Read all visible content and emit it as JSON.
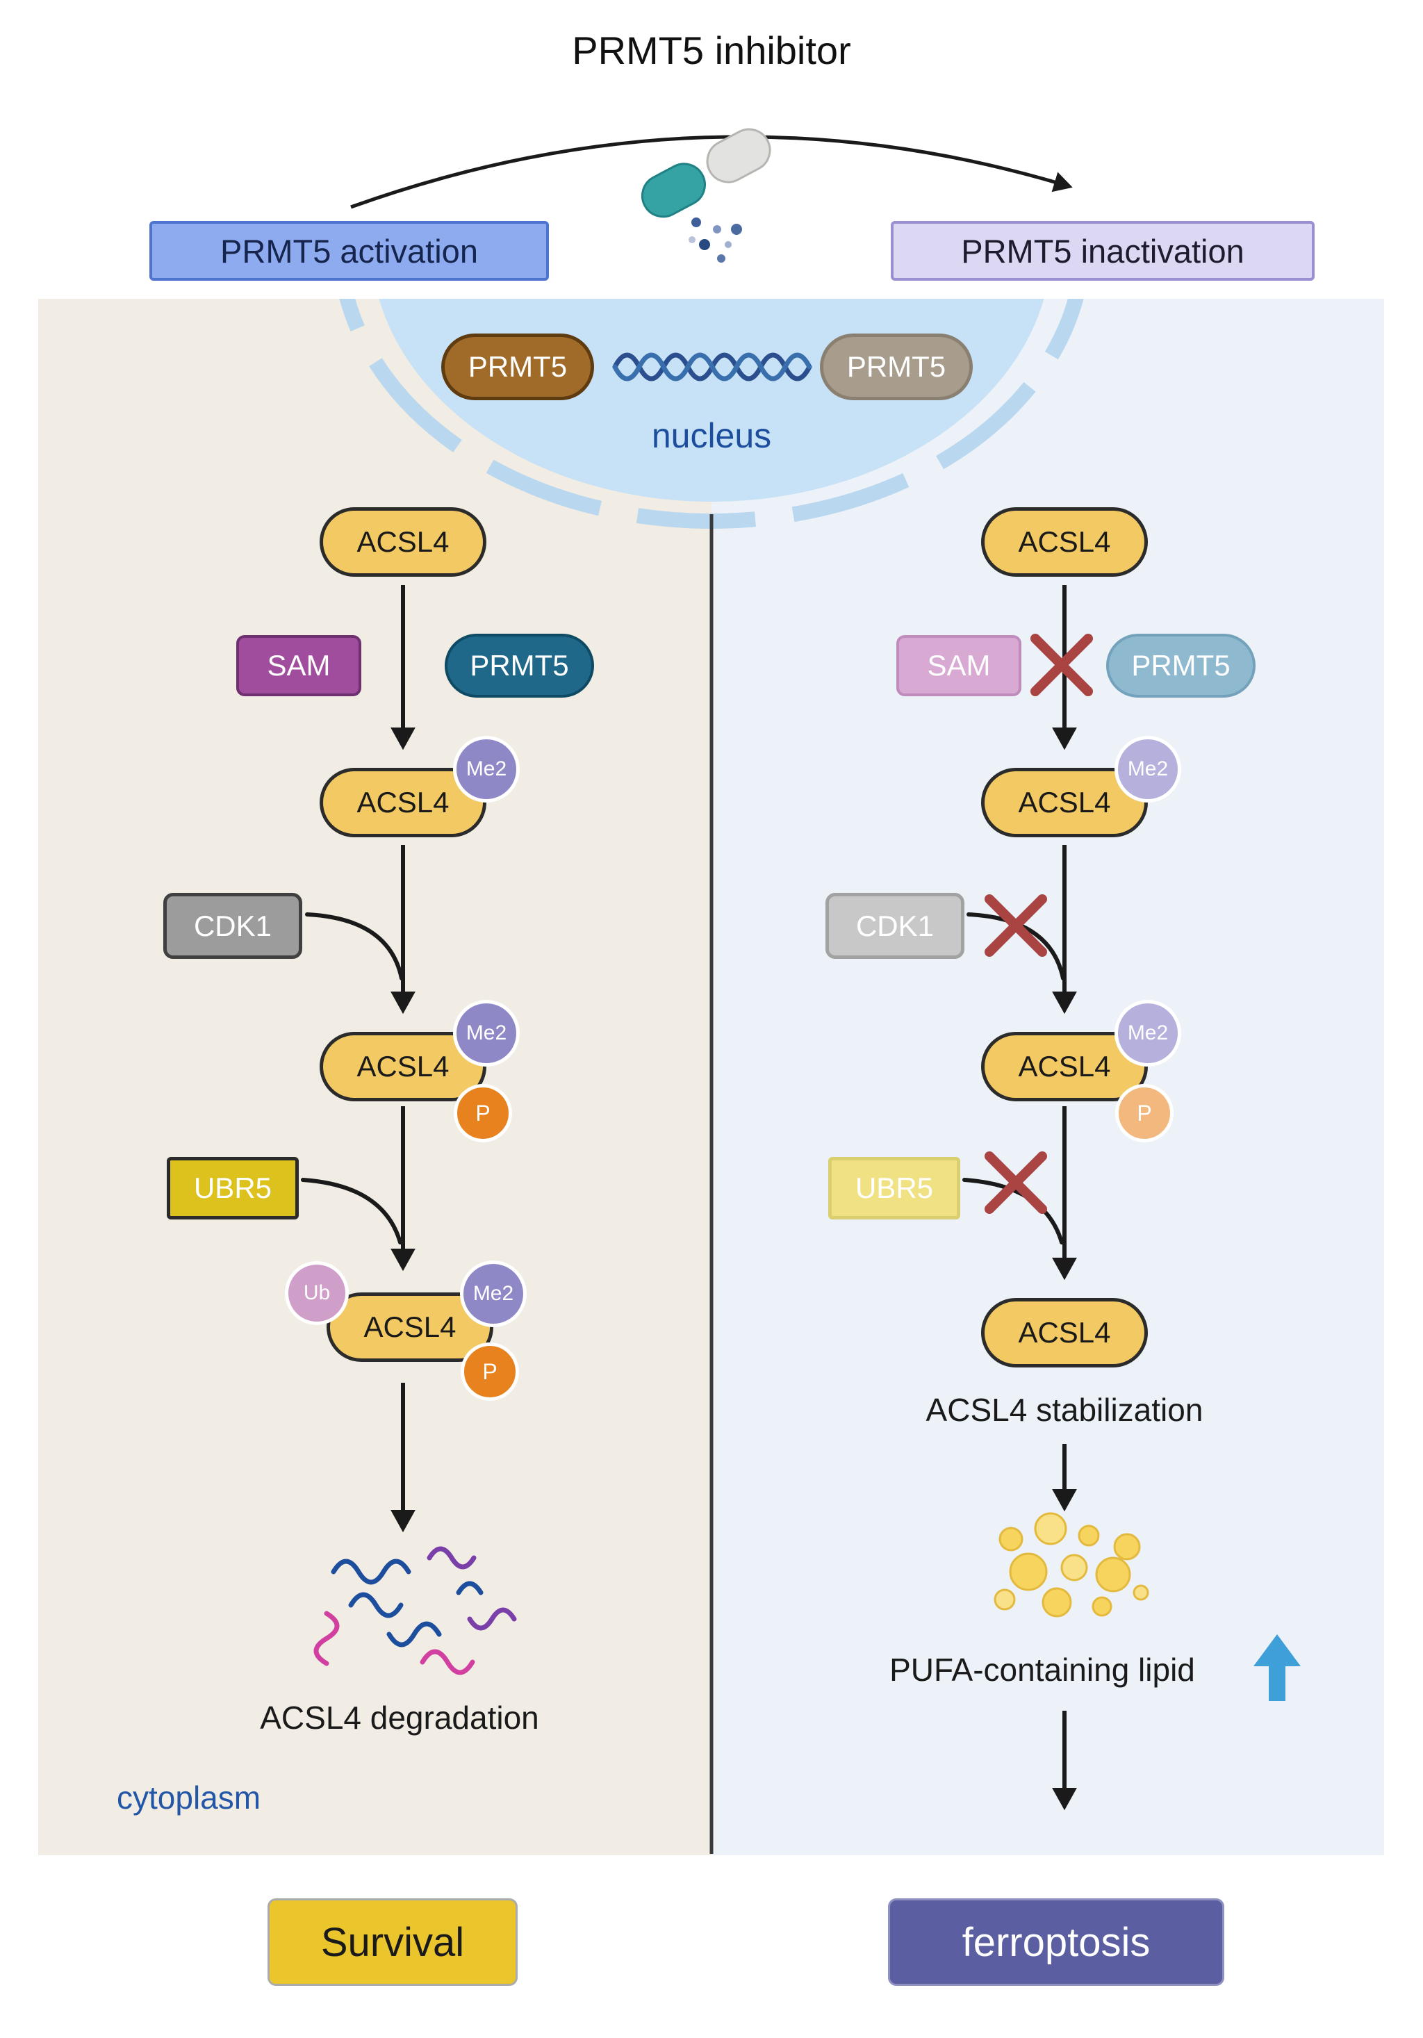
{
  "title": "PRMT5 inhibitor",
  "headers": {
    "left": "PRMT5 activation",
    "right": "PRMT5 inactivation"
  },
  "nucleus": {
    "label": "nucleus",
    "prmt5_left": "PRMT5",
    "prmt5_right": "PRMT5"
  },
  "labels": {
    "acsl4": "ACSL4",
    "sam": "SAM",
    "prmt5": "PRMT5",
    "cdk1": "CDK1",
    "ubr5": "UBR5",
    "me2": "Me2",
    "p": "P",
    "ub": "Ub"
  },
  "left": {
    "degradation": "ACSL4 degradation",
    "cytoplasm": "cytoplasm",
    "outcome": "Survival"
  },
  "right": {
    "stabilization": "ACSL4 stabilization",
    "lipid": "PUFA-containing lipid",
    "outcome": "ferroptosis"
  },
  "colors": {
    "left_panel": "#f1ede4",
    "right_panel": "#ecf2f8",
    "nucleus_fill": "#c7e1f6",
    "acsl4_fill": "#f3c963",
    "sam_fill": "#a04d9d",
    "prmt5_teal": "#20688a",
    "me2_fill": "#8f88c7",
    "p_fill": "#e8821e",
    "ub_fill": "#cf9ec9",
    "cdk1_fill": "#9c9c9c",
    "ubr5_fill": "#ddc11c",
    "survival_fill": "#eac62c",
    "ferroptosis_fill": "#5b5ea0",
    "inhibition_x": "#a94442",
    "increase_arrow": "#3f9fd8"
  }
}
